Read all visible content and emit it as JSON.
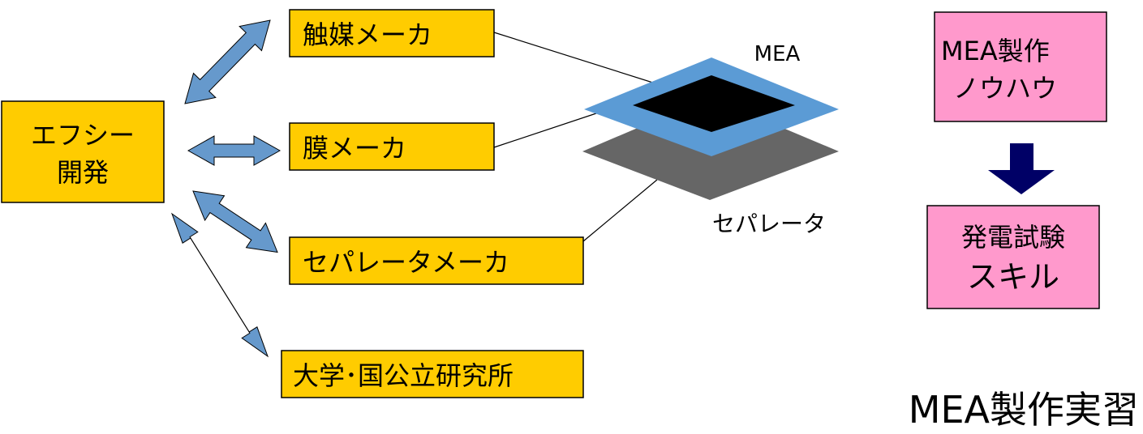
{
  "colors": {
    "yellow_box": "#FFCC00",
    "pink_box": "#FF99CC",
    "arrow_blue": "#6699CC",
    "mea_frame": "#5B9BD5",
    "mea_center": "#000000",
    "separator": "#666666",
    "down_arrow": "#000066"
  },
  "nodes": {
    "efc": {
      "line1": "エフシー",
      "line2": "開発"
    },
    "catalyst": {
      "label": "触媒メーカ"
    },
    "membrane": {
      "label": "膜メーカ"
    },
    "separator_maker": {
      "label": "セパレータメーカ"
    },
    "university": {
      "label": "大学･国公立研究所"
    }
  },
  "mea": {
    "label": "MEA"
  },
  "separator": {
    "label": "セパレータ"
  },
  "knowhow": {
    "line1": "MEA製作",
    "line2": "ノウハウ"
  },
  "skill": {
    "line1": "発電試験",
    "line2": "スキル"
  },
  "title": {
    "text": "MEA製作実習"
  }
}
